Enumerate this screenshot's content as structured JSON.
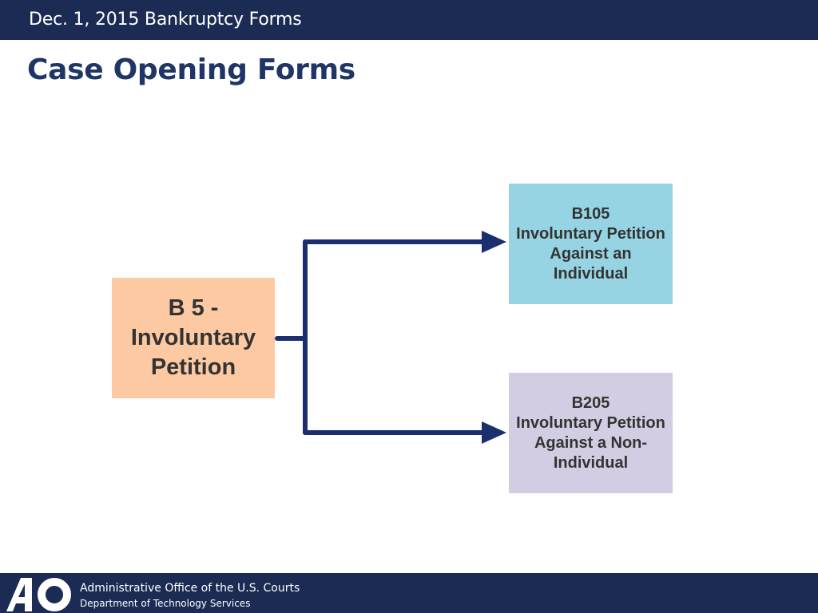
{
  "header": {
    "title": "Dec. 1, 2015 Bankruptcy Forms"
  },
  "slide": {
    "title": "Case Opening Forms"
  },
  "diagram": {
    "source": {
      "lines": [
        "B 5 -",
        "Involuntary",
        "Petition"
      ]
    },
    "targets": [
      {
        "lines": [
          "B105",
          "Involuntary Petition",
          "Against an",
          "Individual"
        ]
      },
      {
        "lines": [
          "B205",
          "Involuntary Petition",
          "Against a Non-",
          "Individual"
        ]
      }
    ]
  },
  "footer": {
    "logo_text": "AO",
    "line1": "Administrative Office of the U.S. Courts",
    "line2": "Department of Technology Services"
  },
  "colors": {
    "bar_navy": "#1c2b54",
    "title_blue": "#1f3566",
    "source_box": "#fcc9a2",
    "b105_box": "#96d4e3",
    "b205_box": "#d2cde2",
    "connector": "#1b2f6e"
  }
}
